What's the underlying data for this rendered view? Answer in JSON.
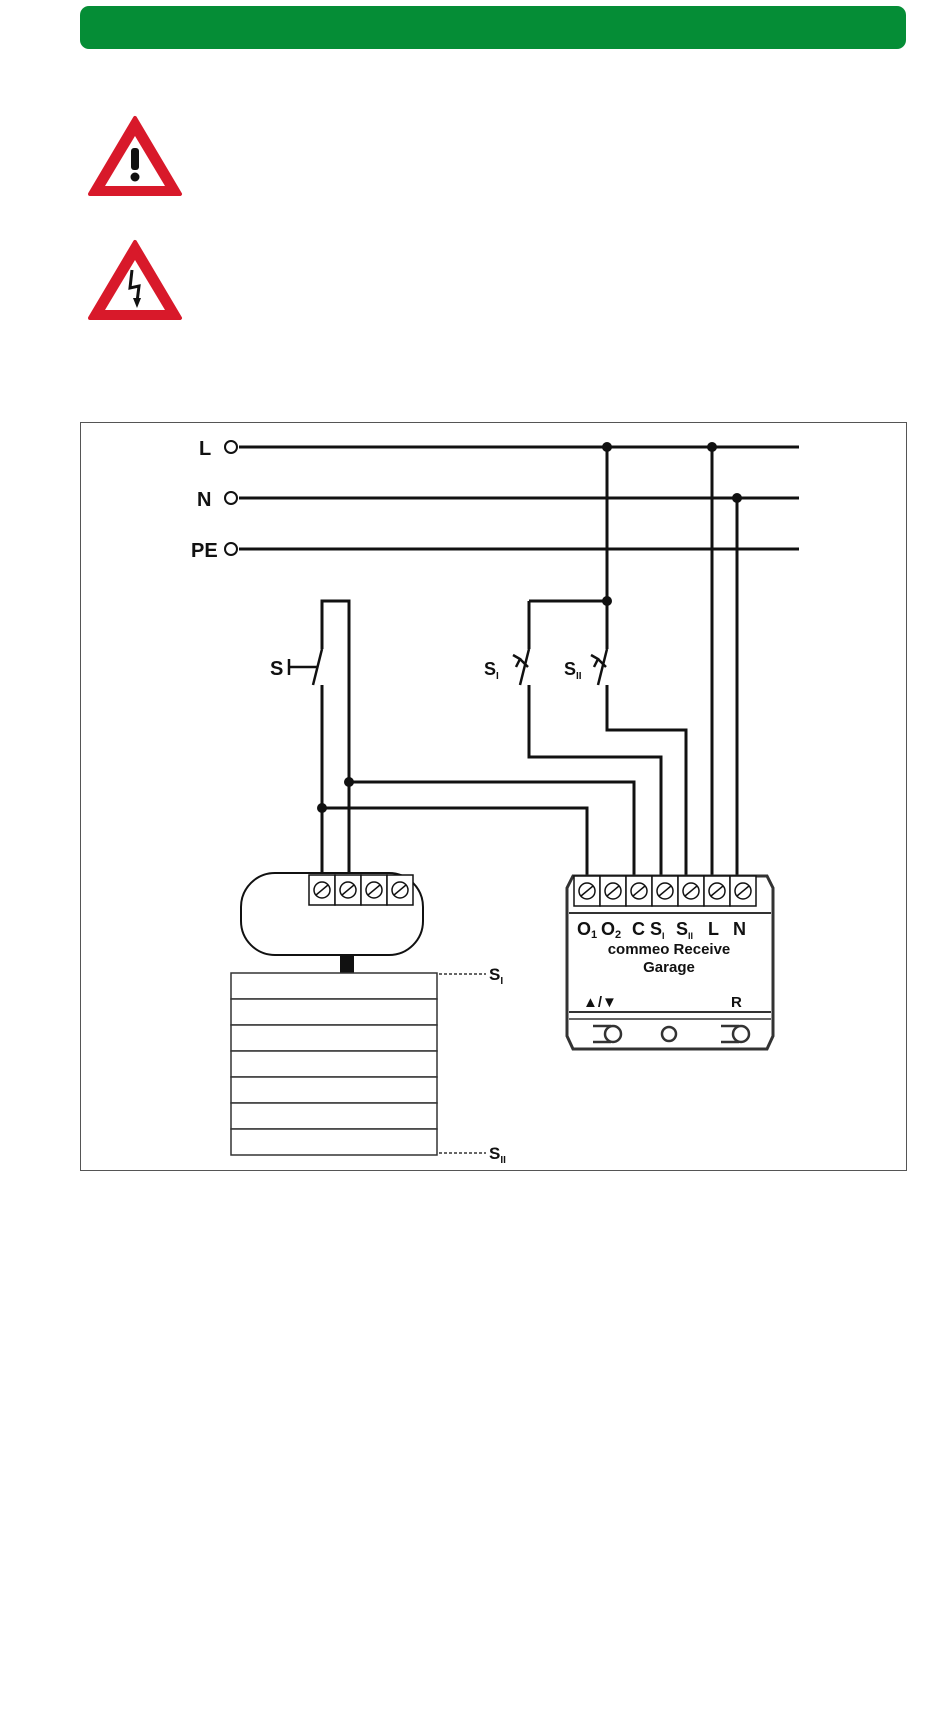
{
  "colors": {
    "header_green": "#058d36",
    "warning_red": "#d8192a",
    "line": "#111111",
    "device_gray": "#333333"
  },
  "icons": {
    "general_warning": "exclamation-triangle-icon",
    "electric_hazard": "lightning-triangle-icon"
  },
  "diagram": {
    "mains": {
      "L": "L",
      "N": "N",
      "PE": "PE"
    },
    "switch_s": "S",
    "switch_s1": {
      "main": "S",
      "sub": "I"
    },
    "switch_s2": {
      "main": "S",
      "sub": "II"
    },
    "receiver": {
      "terminals": {
        "o1": {
          "main": "O",
          "sub": "1"
        },
        "o2": {
          "main": "O",
          "sub": "2"
        },
        "c": "C",
        "s1": {
          "main": "S",
          "sub": "I"
        },
        "s2": {
          "main": "S",
          "sub": "II"
        },
        "l": "L",
        "n": "N"
      },
      "name_line1": "commeo Receive",
      "name_line2": "Garage",
      "updown_label": "▲/▼",
      "reset_label": "R"
    },
    "limit_top": {
      "main": "S",
      "sub": "I"
    },
    "limit_bottom": {
      "main": "S",
      "sub": "II"
    }
  }
}
